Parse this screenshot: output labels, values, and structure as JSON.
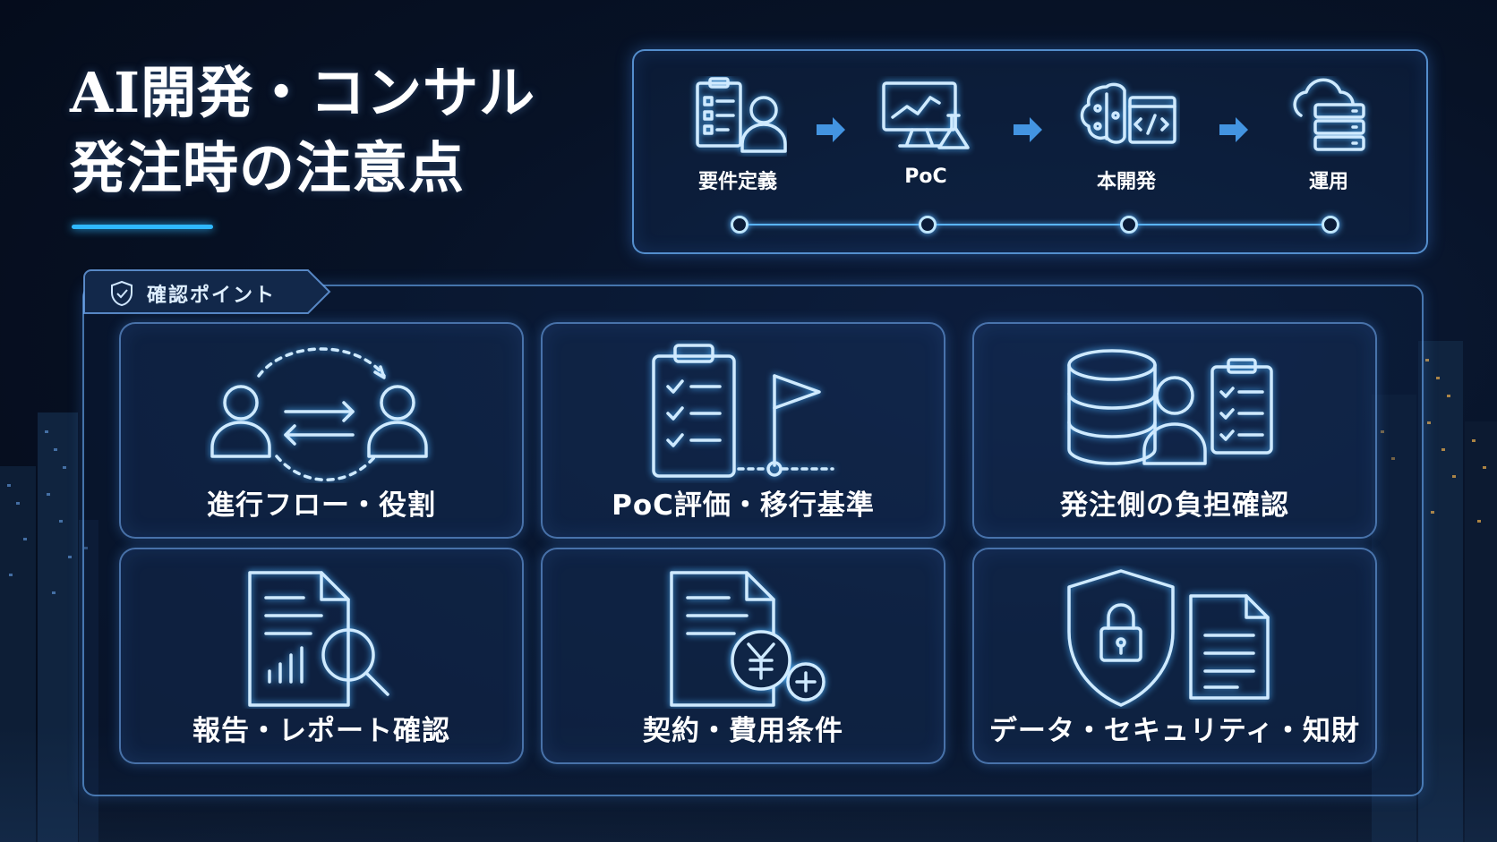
{
  "title": {
    "line1": "AI開発・コンサル",
    "line2": "発注時の注意点"
  },
  "flow": {
    "steps": [
      {
        "label": "要件定義",
        "icon": "requirements-icon"
      },
      {
        "label": "PoC",
        "icon": "monitor-flask-icon"
      },
      {
        "label": "本開発",
        "icon": "brain-code-icon"
      },
      {
        "label": "運用",
        "icon": "cloud-server-icon"
      }
    ]
  },
  "checks": {
    "tab_label": "確認ポイント",
    "tab_icon": "shield-check-icon",
    "items": [
      {
        "label": "進行フロー・役割",
        "icon": "people-exchange-icon"
      },
      {
        "label": "PoC評価・移行基準",
        "icon": "checklist-flag-icon"
      },
      {
        "label": "発注側の負担確認",
        "icon": "database-person-checklist-icon"
      },
      {
        "label": "報告・レポート確認",
        "icon": "report-magnifier-icon"
      },
      {
        "label": "契約・費用条件",
        "icon": "contract-yen-icon"
      },
      {
        "label": "データ・セキュリティ・知財",
        "icon": "shield-lock-document-icon"
      }
    ]
  },
  "colors": {
    "accent": "#2fb8ff",
    "glow": "#cfeaff",
    "background": "#071226"
  }
}
